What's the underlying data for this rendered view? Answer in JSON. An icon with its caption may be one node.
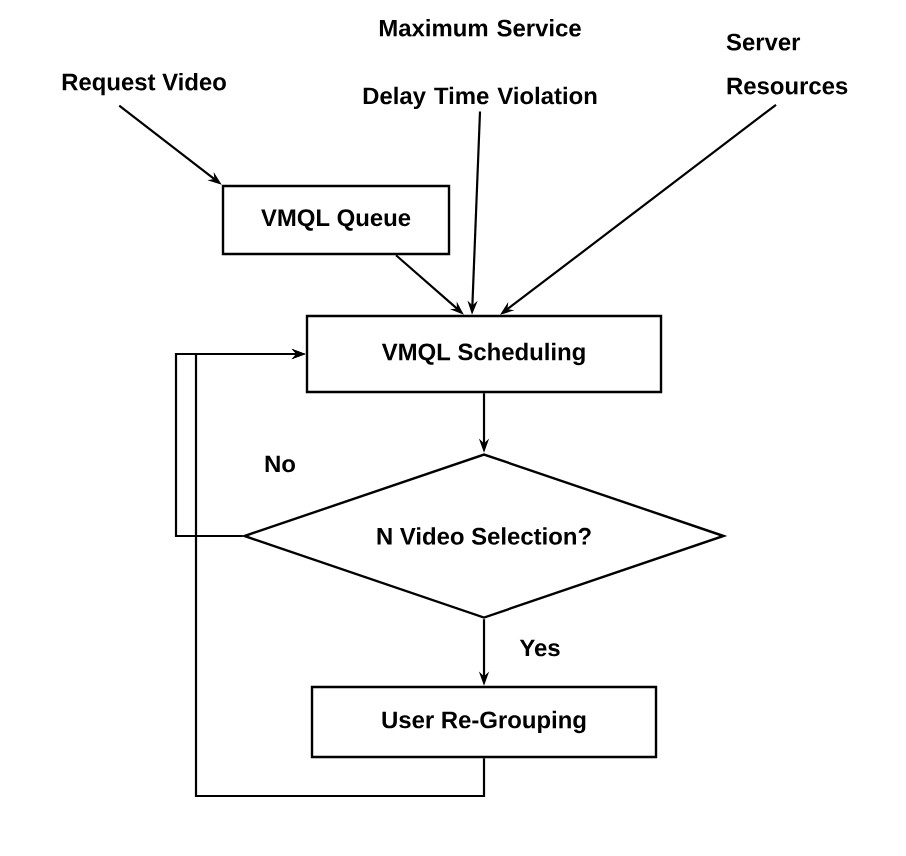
{
  "diagram": {
    "nodes": [
      {
        "text": [
          "Request Video"
        ]
      },
      {
        "text": [
          "VMQL Queue"
        ]
      },
      {
        "text": [
          "Maximum Service Delay Time Violation"
        ]
      },
      {
        "text": [
          "Server Resources"
        ]
      },
      {
        "text": [
          "VMQL Scheduling"
        ]
      },
      {
        "text": [
          "N Video Selection?"
        ]
      },
      {
        "text": [
          "User Re-Grouping"
        ]
      }
    ],
    "edges": [
      {
        "from": 0,
        "to": 1,
        "arrow": "to"
      },
      {
        "from": 2,
        "to": 4,
        "arrow": "to"
      },
      {
        "from": 3,
        "to": 4,
        "arrow": "to"
      },
      {
        "from": 1,
        "to": 4,
        "arrow": "to"
      },
      {
        "from": 4,
        "to": 5,
        "arrow": "to"
      },
      {
        "from": 5,
        "to": 4,
        "arrow": "to",
        "label": "No"
      },
      {
        "from": 5,
        "to": 6,
        "arrow": "to",
        "label": "Yes"
      },
      {
        "from": 6,
        "to": 4,
        "arrow": "to"
      }
    ]
  }
}
